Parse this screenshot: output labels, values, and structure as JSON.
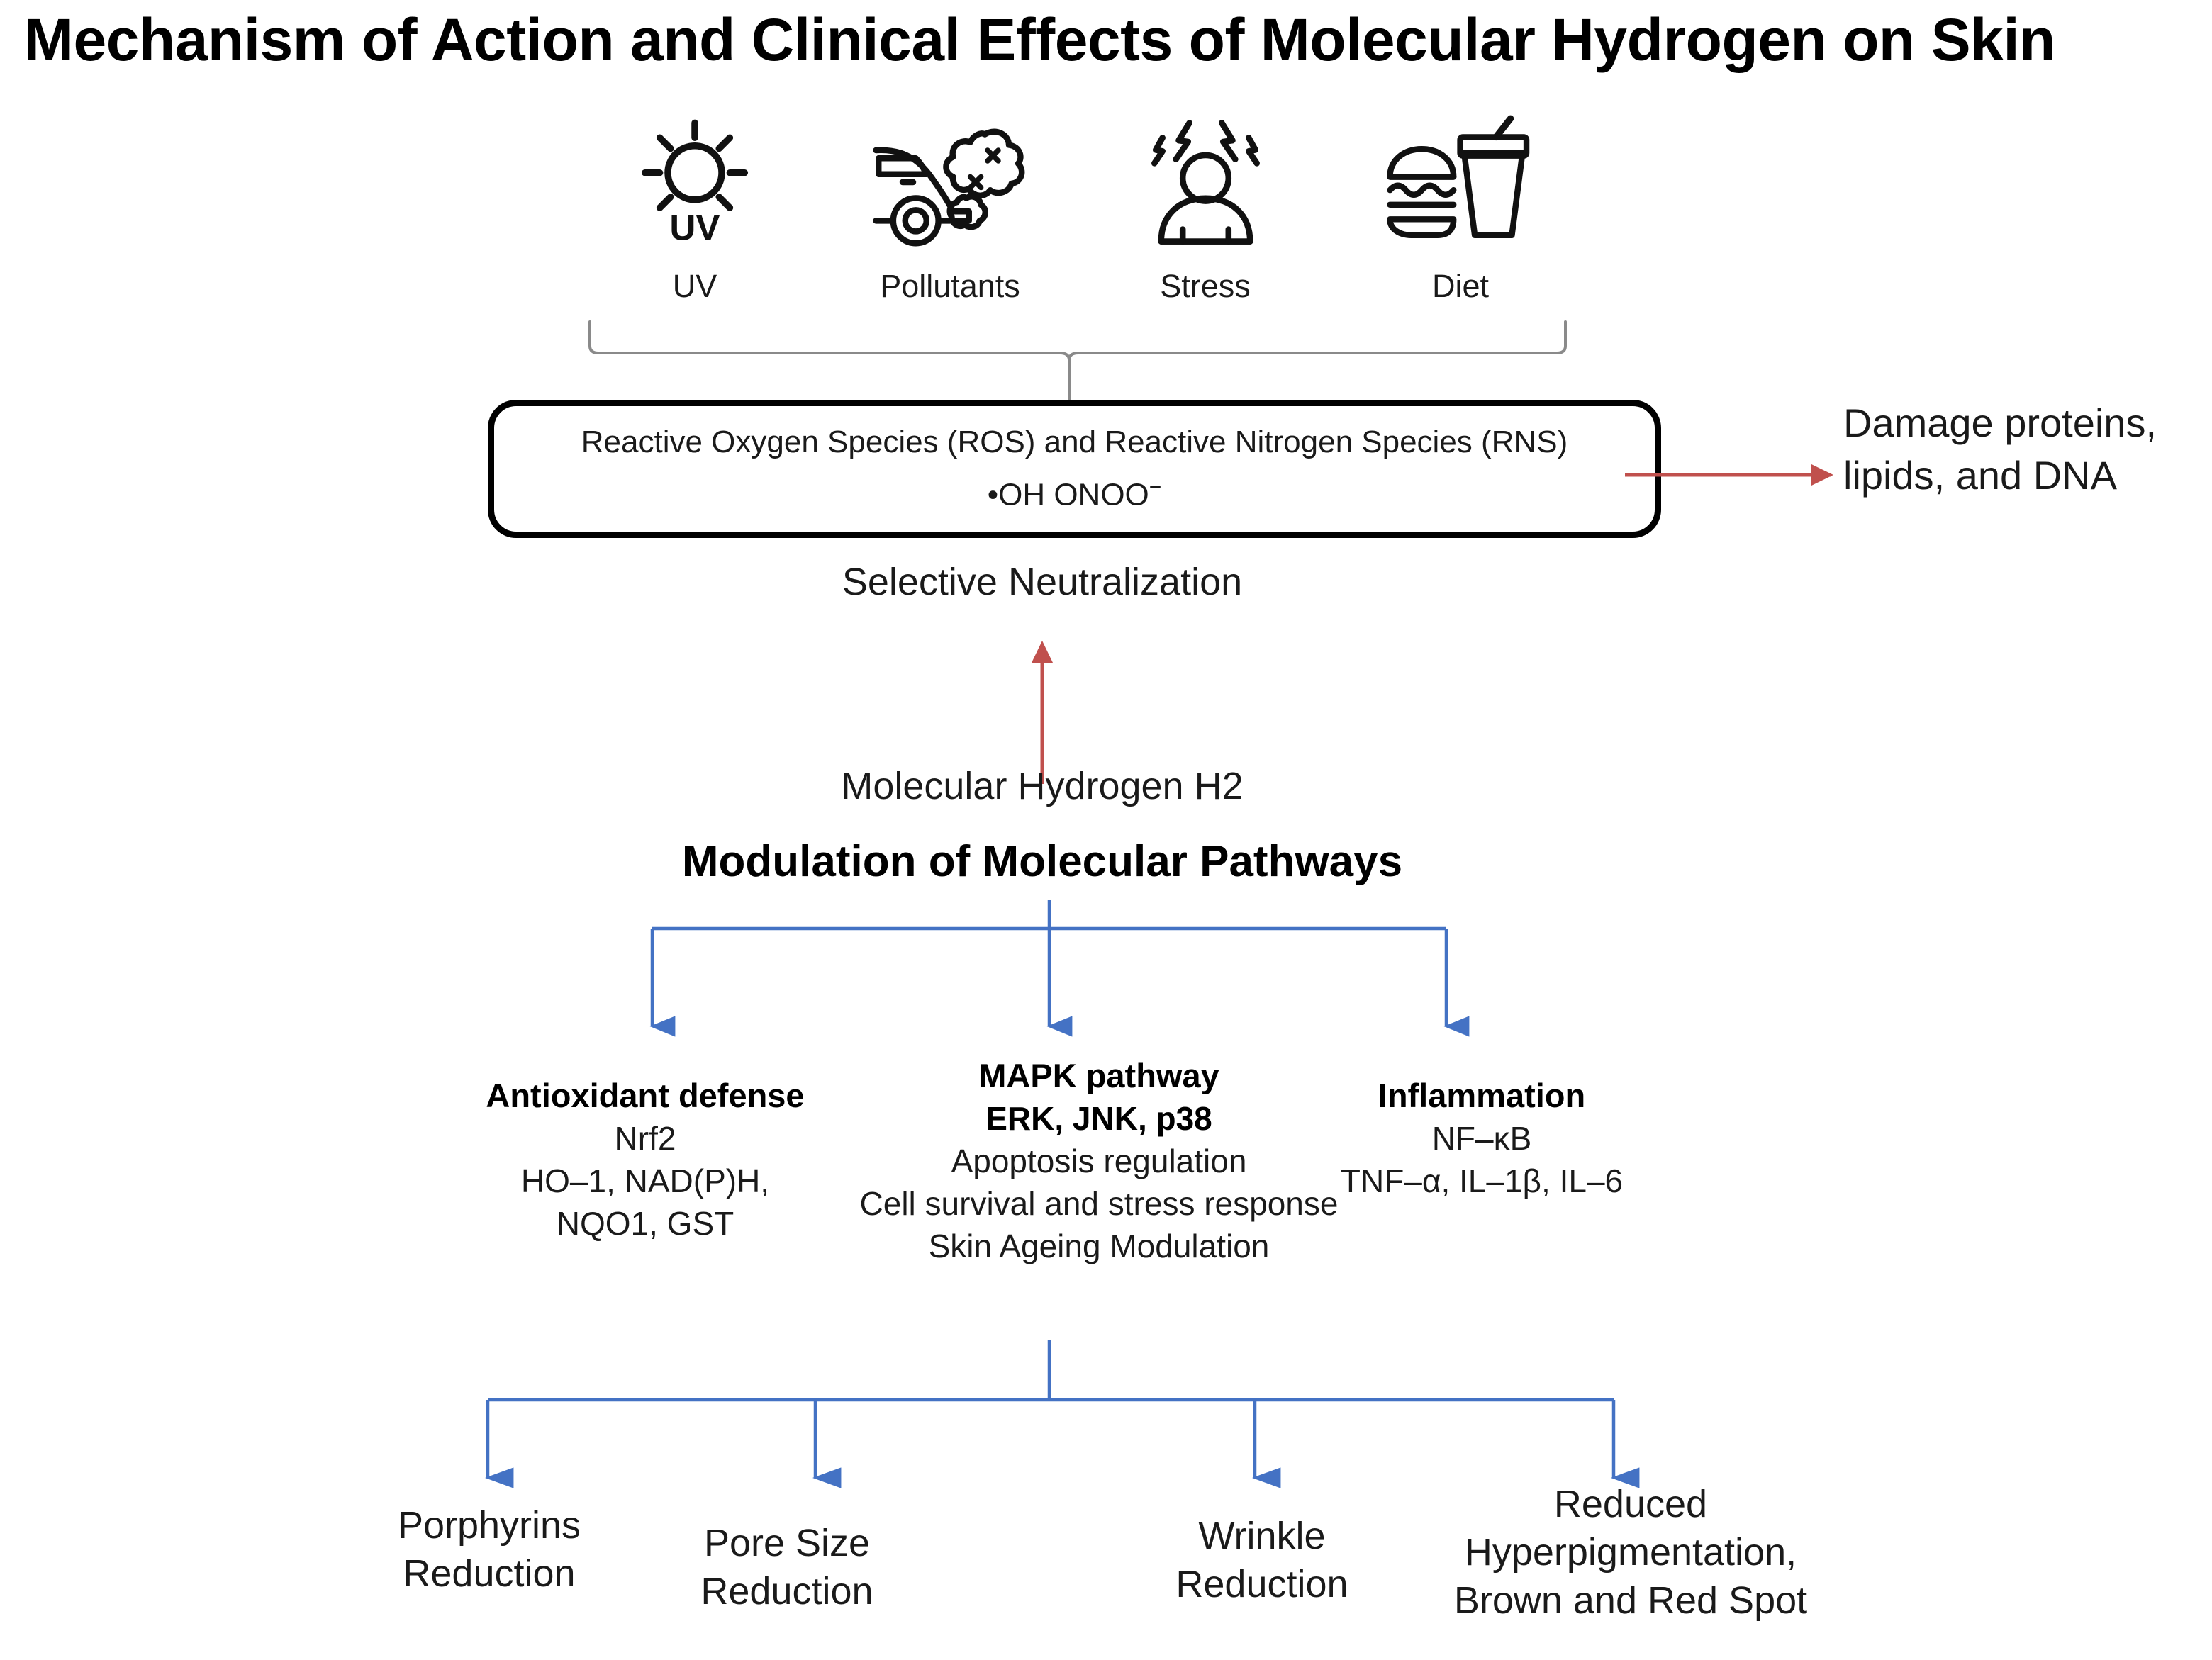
{
  "title": "Mechanism of Action and Clinical Effects of Molecular Hydrogen on Skin",
  "colors": {
    "arrow_blue": "#4472C4",
    "arrow_red": "#C0504D",
    "brace_gray": "#7f7f7f",
    "box_border": "#000000",
    "text": "#1a1a1a"
  },
  "stressors": [
    {
      "label": "UV",
      "icon": "sun-uv-icon"
    },
    {
      "label": "Pollutants",
      "icon": "car-exhaust-icon"
    },
    {
      "label": "Stress",
      "icon": "stressed-person-icon"
    },
    {
      "label": "Diet",
      "icon": "burger-drink-icon"
    }
  ],
  "ros_box": {
    "line1": "Reactive Oxygen Species (ROS) and Reactive Nitrogen Species (RNS)",
    "line2_prefix": "•OH ONOO",
    "line2_superscript": "−"
  },
  "damage": {
    "text": "Damage proteins, lipids, and DNA"
  },
  "selective_neutralization": "Selective Neutralization",
  "molecular_hydrogen": "Molecular Hydrogen H2",
  "modulation_title": "Modulation of Molecular Pathways",
  "pathways": [
    {
      "heading": "Antioxidant defense",
      "lines": [
        {
          "text": "Nrf2",
          "bold": false
        },
        {
          "text": "HO–1, NAD(P)H,",
          "bold": false
        },
        {
          "text": "NQO1, GST",
          "bold": false
        }
      ]
    },
    {
      "heading": "MAPK pathway",
      "lines": [
        {
          "text": "ERK, JNK, p38",
          "bold": true
        },
        {
          "text": "Apoptosis regulation",
          "bold": false
        },
        {
          "text": "Cell survival and stress response",
          "bold": false
        },
        {
          "text": "Skin Ageing Modulation",
          "bold": false
        }
      ]
    },
    {
      "heading": "Inflammation",
      "lines": [
        {
          "text": "NF–κB",
          "bold": false
        },
        {
          "text": "TNF–α, IL–1β, IL–6",
          "bold": false
        }
      ]
    }
  ],
  "outcomes": [
    {
      "line1": "Porphyrins",
      "line2": "Reduction",
      "line3": ""
    },
    {
      "line1": "Pore Size",
      "line2": "Reduction",
      "line3": ""
    },
    {
      "line1": "Wrinkle",
      "line2": "Reduction",
      "line3": ""
    },
    {
      "line1": "Reduced",
      "line2": "Hyperpigmentation,",
      "line3": "Brown and Red Spot"
    }
  ]
}
